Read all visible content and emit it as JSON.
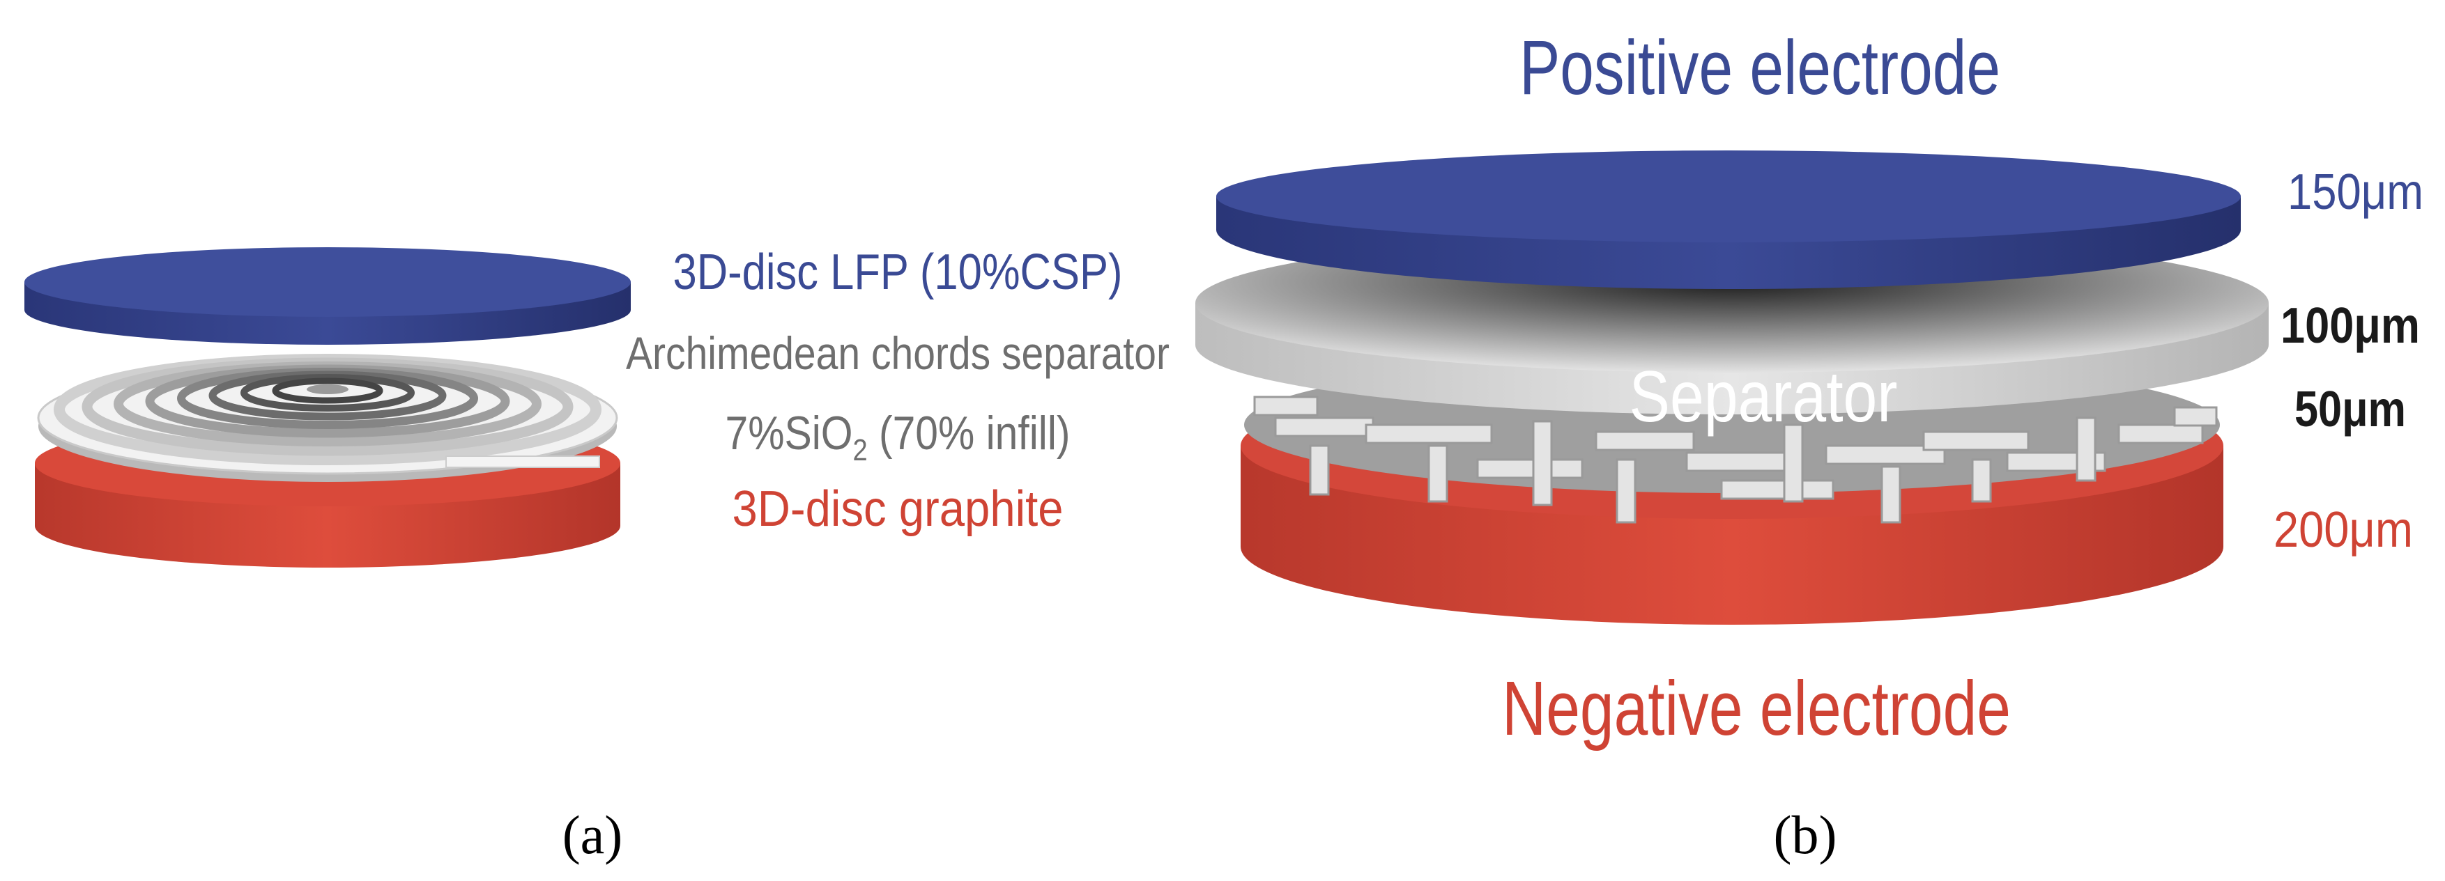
{
  "colors": {
    "positive": "#3a4a94",
    "separator": "#6e6e6e",
    "negative": "#cf4334",
    "dark": "#1a1a1a",
    "white": "#ffffff"
  },
  "panel_a": {
    "label": "(a)",
    "lines": {
      "lfp": "3D-disc LFP (10%CSP)",
      "separator": "Archimedean chords separator",
      "sio2_prefix": "7%SiO",
      "sio2_sub": "2",
      "sio2_suffix": " (70% infill)",
      "graphite": "3D-disc graphite"
    }
  },
  "panel_b": {
    "label": "(b)",
    "title_top": "Positive electrode",
    "title_bottom": "Negative electrode",
    "separator_label": "Separator",
    "thickness": {
      "positive": "150μm",
      "separator": "100μm",
      "mesh": "50μm",
      "negative": "200μm"
    }
  }
}
